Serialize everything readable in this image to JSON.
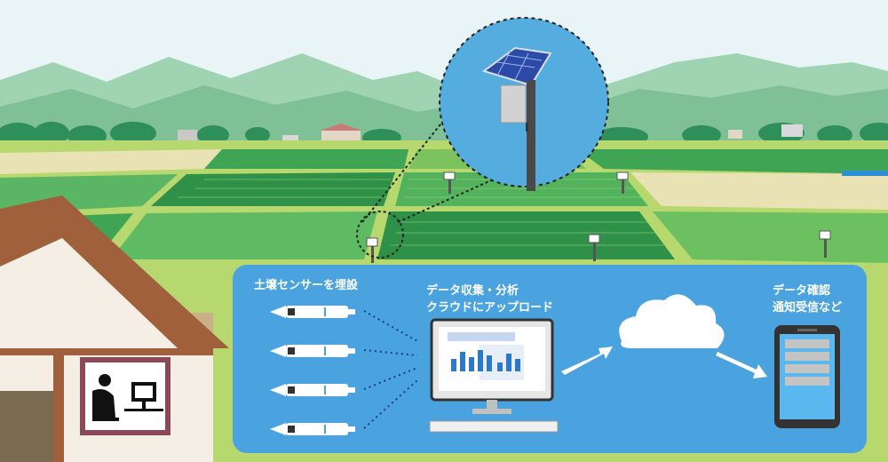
{
  "labels": {
    "sensor_burial": "土壌センサーを埋設",
    "data_collection_line1": "データ収集・分析",
    "data_collection_line2": "クラウドにアップロード",
    "notification_line1": "データ確認",
    "notification_line2": "通知受信など"
  },
  "colors": {
    "sky": "#e9f4f7",
    "mountain": "#8cc9a3",
    "field_dark": "#3a9a4a",
    "field_light": "#a9d36a",
    "panel": "#4aa3df",
    "house_roof": "#a0603c"
  }
}
